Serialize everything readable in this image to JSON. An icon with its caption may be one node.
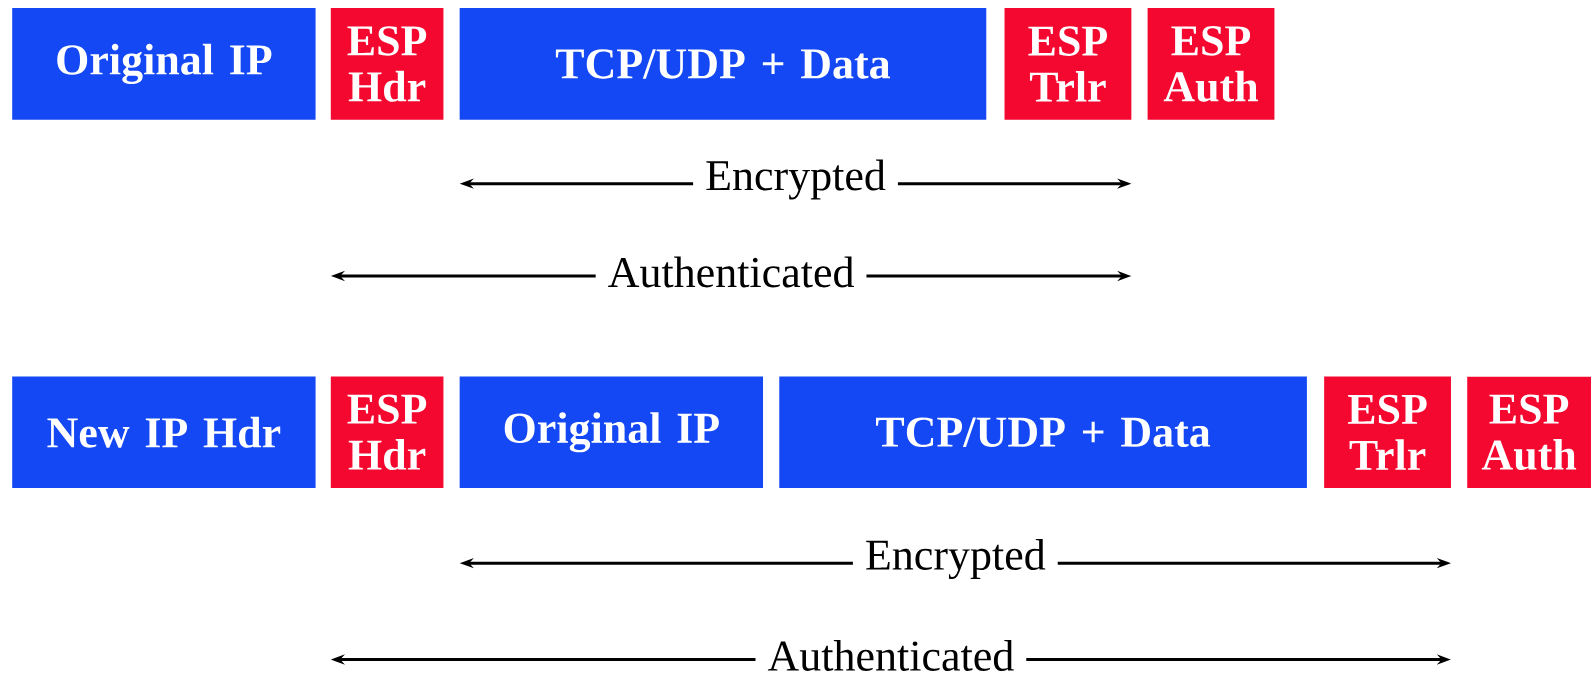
{
  "diagram": {
    "nodes": [
      {
        "text": [
          "Original IP"
        ]
      },
      {
        "text": [
          "ESP Hdr"
        ]
      },
      {
        "text": [
          "TCP/UDP + Data"
        ]
      },
      {
        "text": [
          "ESP Trlr"
        ]
      },
      {
        "text": [
          "ESP Auth"
        ]
      },
      {
        "text": [
          "New IP Hdr"
        ]
      },
      {
        "text": [
          "ESP Hdr"
        ]
      },
      {
        "text": [
          "Original IP"
        ]
      },
      {
        "text": [
          "TCP/UDP + Data"
        ]
      },
      {
        "text": [
          "ESP Trlr"
        ]
      },
      {
        "text": [
          "ESP Auth"
        ]
      }
    ],
    "edges": [],
    "labels": [
      "Encrypted",
      "Authenticated",
      "Encrypted",
      "Authenticated"
    ]
  }
}
